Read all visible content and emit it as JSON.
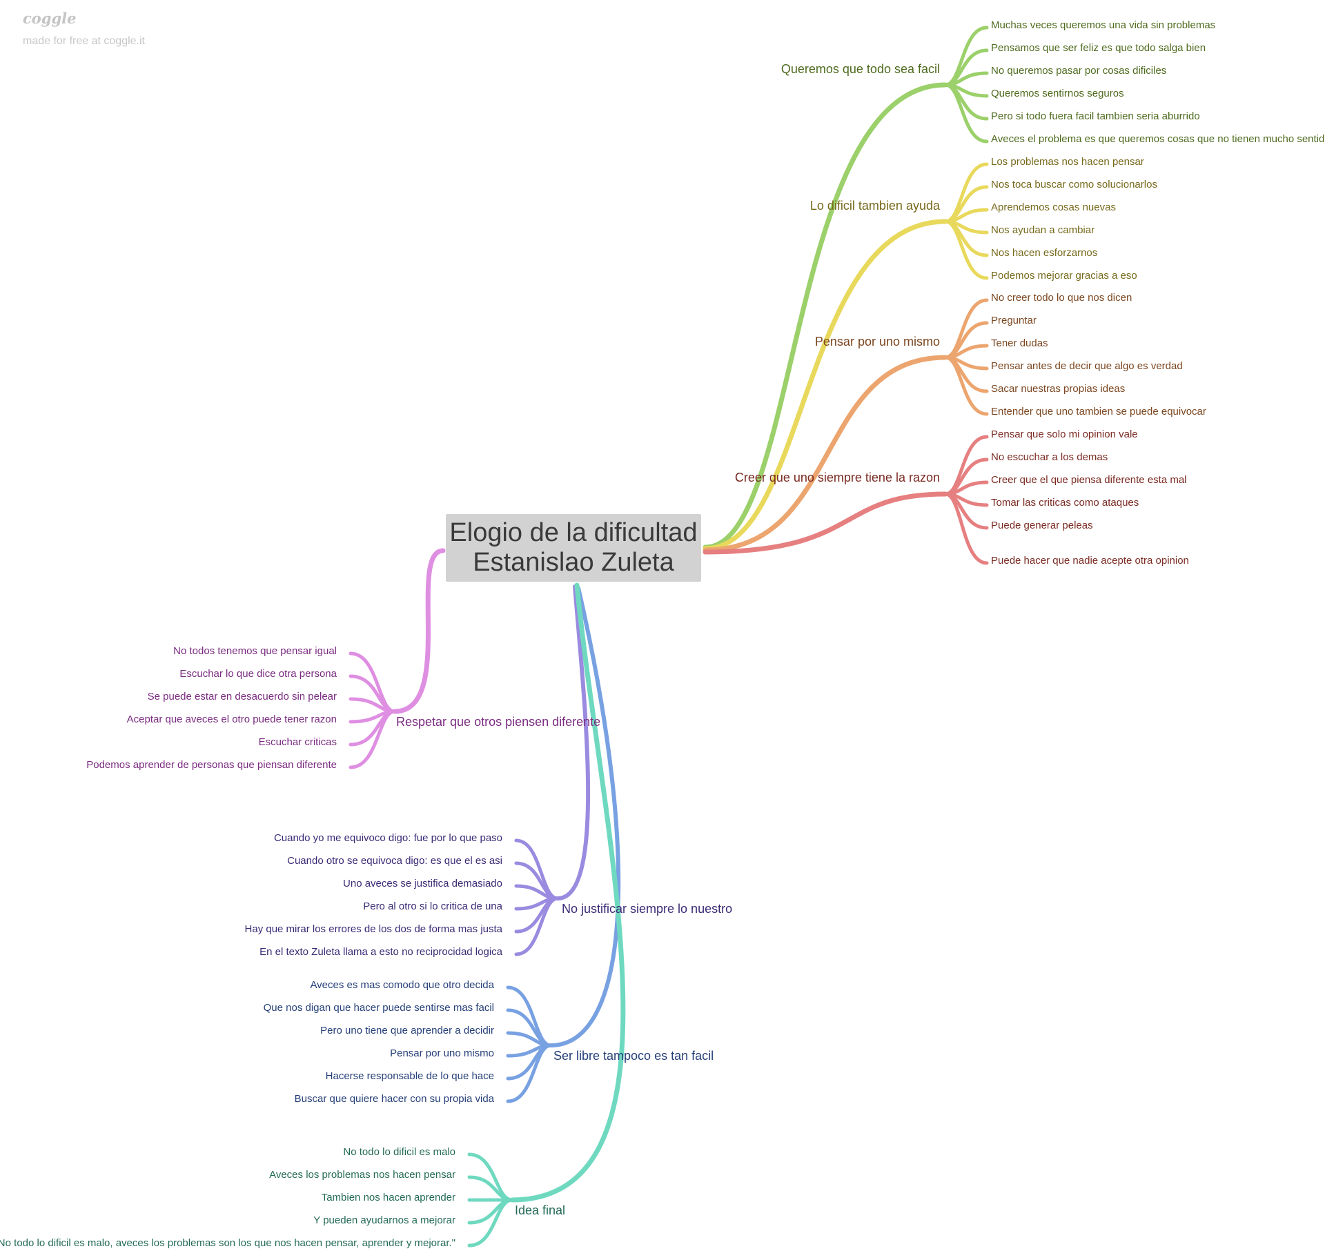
{
  "brand": {
    "logo": "coggle",
    "tagline": "made for free at coggle.it"
  },
  "root": {
    "line1": "Elogio de la dificultad",
    "line2": "Estanislao Zuleta"
  },
  "branches": [
    {
      "label": "Queremos que todo sea facil",
      "color": "#9bd06a",
      "text_color": "#4f6b1f",
      "leaves": [
        "Muchas veces queremos una vida sin problemas",
        "Pensamos que ser feliz es que todo salga bien",
        "No queremos pasar por cosas dificiles",
        "Queremos sentirnos seguros",
        "Pero si todo fuera facil tambien seria aburrido",
        "Aveces el problema es que queremos cosas que no tienen mucho sentido"
      ]
    },
    {
      "label": "Lo dificil tambien ayuda",
      "color": "#e8d95c",
      "text_color": "#76691b",
      "leaves": [
        "Los problemas nos hacen pensar",
        "Nos toca buscar como solucionarlos",
        "Aprendemos cosas nuevas",
        "Nos ayudan a cambiar",
        "Nos hacen esforzarnos",
        "Podemos mejorar gracias a eso"
      ]
    },
    {
      "label": "Pensar por uno mismo",
      "color": "#eca56e",
      "text_color": "#7b4620",
      "leaves": [
        "No creer todo lo que nos dicen",
        "Preguntar",
        "Tener dudas",
        "Pensar antes de decir que algo es verdad",
        "Sacar nuestras propias ideas",
        "Entender que uno tambien se puede equivocar"
      ]
    },
    {
      "label": "Creer que uno siempre tiene la razon",
      "color": "#e67f80",
      "text_color": "#7a2a22",
      "leaves": [
        "Pensar que solo mi opinion vale",
        "No escuchar a los demas",
        "Creer que el que piensa diferente esta mal",
        "Tomar las criticas como ataques",
        "Puede generar peleas",
        "Puede hacer que nadie acepte otra opinion"
      ]
    },
    {
      "label": "Respetar que otros piensen diferente",
      "color": "#df8fe2",
      "text_color": "#7a2b80",
      "leaves": [
        "No todos tenemos que pensar igual",
        "Escuchar lo que dice otra persona",
        "Se puede estar en desacuerdo sin pelear",
        "Aceptar que aveces el otro puede tener razon",
        "Escuchar criticas",
        "Podemos aprender de personas que piensan diferente"
      ]
    },
    {
      "label": "No justificar siempre lo nuestro",
      "color": "#9a8be0",
      "text_color": "#3b2a75",
      "leaves": [
        "Cuando yo me equivoco digo: fue por lo que paso",
        "Cuando otro se equivoca digo: es que el es asi",
        "Uno aveces se justifica demasiado",
        "Pero al otro si lo critica de una",
        "Hay que mirar los errores de los dos de forma mas justa",
        "En el texto Zuleta llama a esto no reciprocidad logica"
      ]
    },
    {
      "label": "Ser libre tampoco es tan facil",
      "color": "#78a1e2",
      "text_color": "#253f78",
      "leaves": [
        "Aveces es mas comodo que otro decida",
        "Que nos digan que hacer puede sentirse mas facil",
        "Pero uno tiene que aprender a decidir",
        "Pensar por uno mismo",
        "Hacerse responsable de lo que hace",
        "Buscar que quiere hacer con su propia vida"
      ]
    },
    {
      "label": "Idea final",
      "color": "#6fd9c0",
      "text_color": "#236a56",
      "leaves": [
        "No todo lo dificil es malo",
        "Aveces los problemas nos hacen pensar",
        "Tambien nos hacen aprender",
        "Y pueden ayudarnos a mejorar",
        "\"No todo lo dificil es malo, aveces los problemas son los que nos hacen pensar, aprender y mejorar.\""
      ]
    }
  ]
}
